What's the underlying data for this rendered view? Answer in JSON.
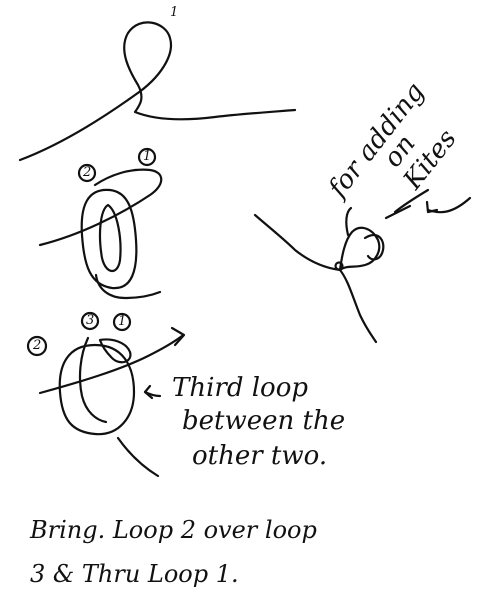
{
  "step1": {
    "marker": "1"
  },
  "step2": {
    "markers": [
      "2",
      "1"
    ]
  },
  "step3": {
    "markers": [
      "2",
      "3",
      "1"
    ],
    "note_lines": [
      "Third loop",
      "between the",
      "other two."
    ]
  },
  "side_note": {
    "lines": [
      "for adding",
      "on",
      "Kites"
    ]
  },
  "instruction": {
    "lines": [
      "Bring. Loop 2 over loop",
      "3 & Thru Loop 1."
    ]
  },
  "colors": {
    "ink": "#111111",
    "paper": "#ffffff"
  }
}
